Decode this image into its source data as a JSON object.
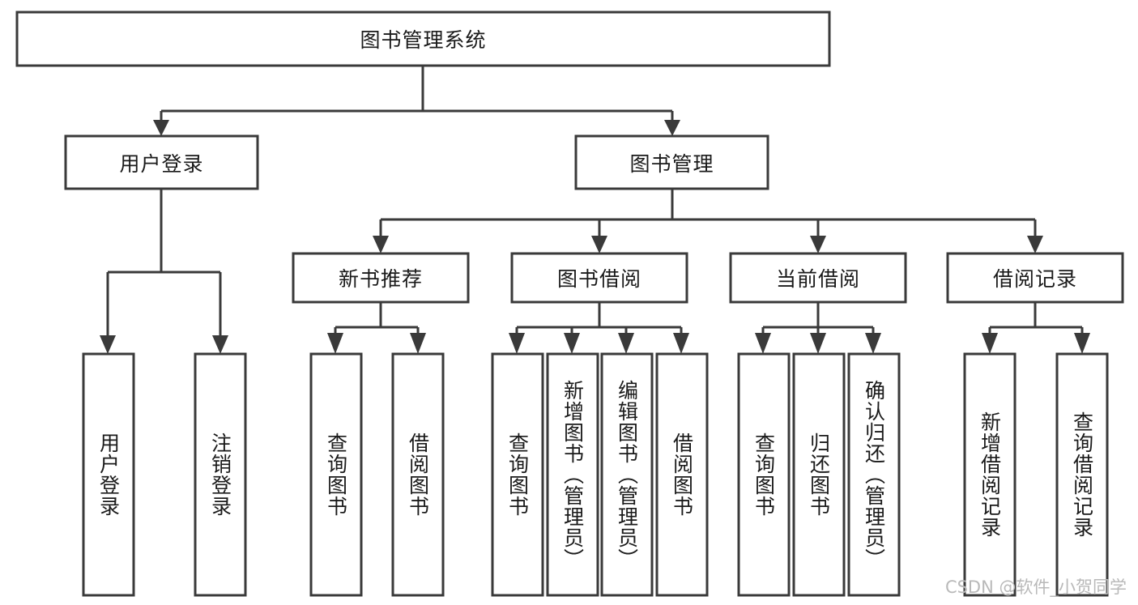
{
  "diagram": {
    "type": "tree-hierarchy",
    "title": "图书管理系统",
    "watermark": "CSDN @软件_小贺同学",
    "colors": {
      "stroke": "#3a3a3a",
      "fill": "#ffffff",
      "text": "#1a1a1a",
      "watermark": "#b9b9b9",
      "background": "#ffffff"
    },
    "levels": {
      "level0": [
        {
          "id": "root",
          "label": "图书管理系统",
          "orientation": "horizontal"
        }
      ],
      "level1": [
        {
          "id": "user-login",
          "label": "用户登录",
          "orientation": "horizontal",
          "parent": "root"
        },
        {
          "id": "book-management",
          "label": "图书管理",
          "orientation": "horizontal",
          "parent": "root"
        }
      ],
      "level2": [
        {
          "id": "new-book-recommend",
          "label": "新书推荐",
          "orientation": "horizontal",
          "parent": "book-management"
        },
        {
          "id": "book-borrow",
          "label": "图书借阅",
          "orientation": "horizontal",
          "parent": "book-management"
        },
        {
          "id": "current-borrow",
          "label": "当前借阅",
          "orientation": "horizontal",
          "parent": "book-management"
        },
        {
          "id": "borrow-record",
          "label": "借阅记录",
          "orientation": "horizontal",
          "parent": "book-management"
        }
      ],
      "level3": [
        {
          "id": "leaf-user-login",
          "label": "用户登录",
          "orientation": "vertical",
          "parent": "user-login"
        },
        {
          "id": "leaf-logout",
          "label": "注销登录",
          "orientation": "vertical",
          "parent": "user-login"
        },
        {
          "id": "leaf-query-book-1",
          "label": "查询图书",
          "orientation": "vertical",
          "parent": "new-book-recommend"
        },
        {
          "id": "leaf-borrow-book-1",
          "label": "借阅图书",
          "orientation": "vertical",
          "parent": "new-book-recommend"
        },
        {
          "id": "leaf-query-book-2",
          "label": "查询图书",
          "orientation": "vertical",
          "parent": "book-borrow"
        },
        {
          "id": "leaf-add-book",
          "label": "新增图书（管理员）",
          "orientation": "vertical",
          "parent": "book-borrow"
        },
        {
          "id": "leaf-edit-book",
          "label": "编辑图书（管理员）",
          "orientation": "vertical",
          "parent": "book-borrow"
        },
        {
          "id": "leaf-borrow-book-2",
          "label": "借阅图书",
          "orientation": "vertical",
          "parent": "book-borrow"
        },
        {
          "id": "leaf-query-book-3",
          "label": "查询图书",
          "orientation": "vertical",
          "parent": "current-borrow"
        },
        {
          "id": "leaf-return-book",
          "label": "归还图书",
          "orientation": "vertical",
          "parent": "current-borrow"
        },
        {
          "id": "leaf-confirm-return",
          "label": "确认归还（管理员）",
          "orientation": "vertical",
          "parent": "current-borrow"
        },
        {
          "id": "leaf-add-record",
          "label": "新增借阅记录",
          "orientation": "vertical",
          "parent": "borrow-record"
        },
        {
          "id": "leaf-query-record",
          "label": "查询借阅记录",
          "orientation": "vertical",
          "parent": "borrow-record"
        }
      ]
    }
  }
}
